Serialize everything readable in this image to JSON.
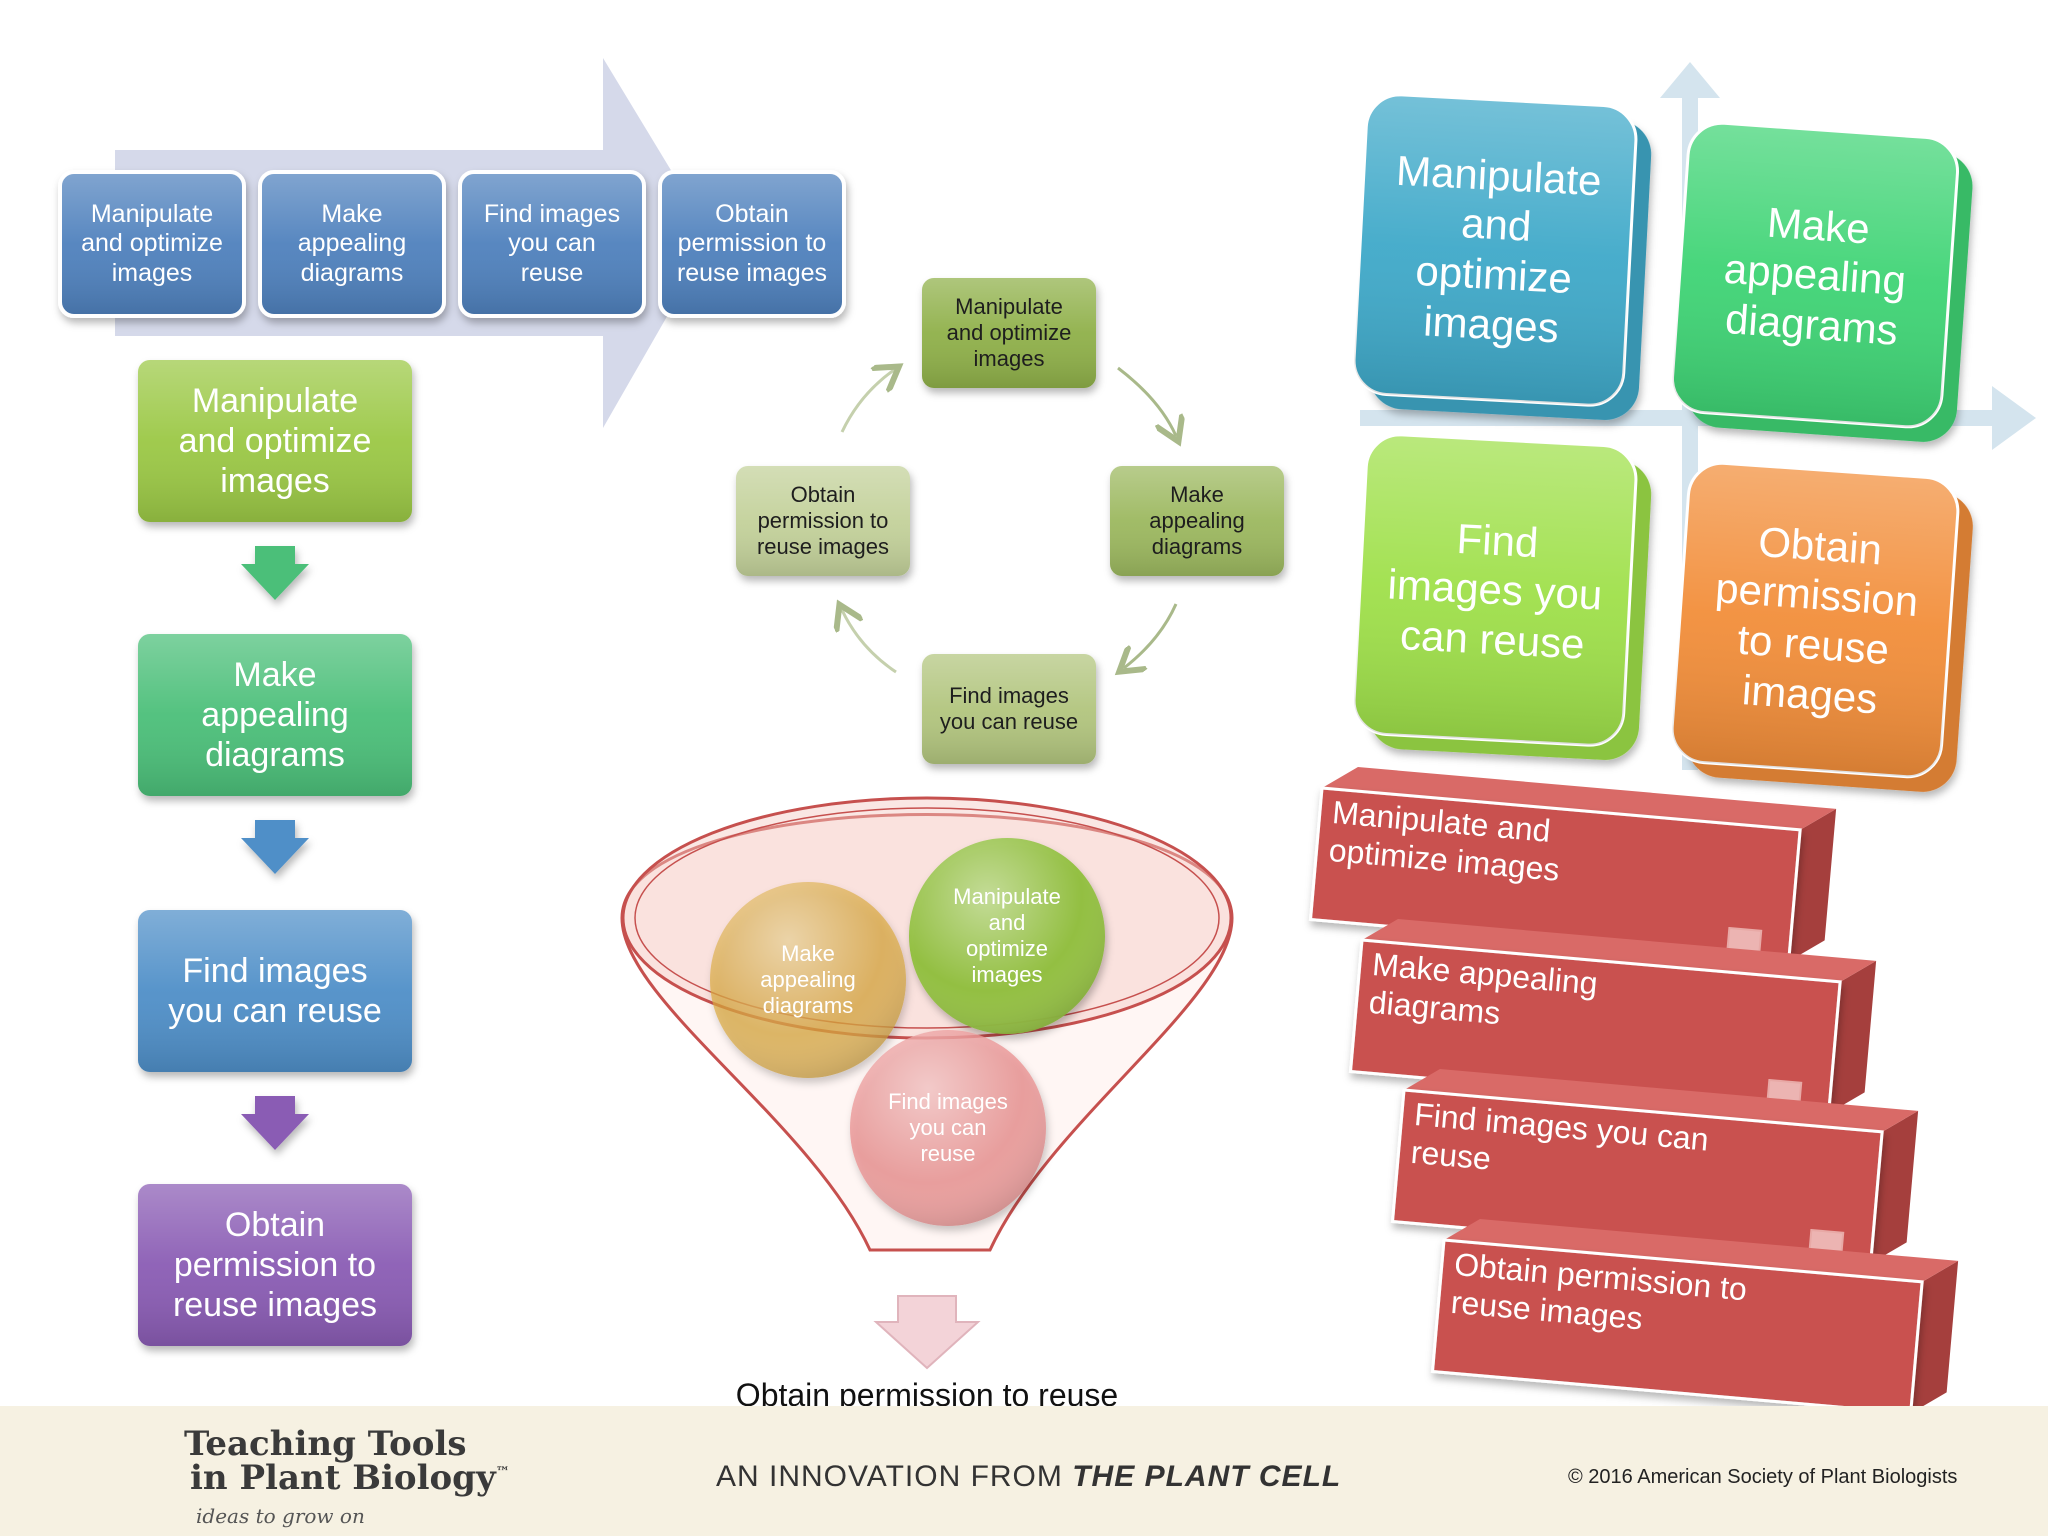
{
  "steps": [
    "Manipulate and optimize images",
    "Make appealing diagrams",
    "Find images you can reuse",
    "Obtain permission to reuse images"
  ],
  "process_arrow": {
    "labels": [
      "Manipulate\nand optimize\nimages",
      "Make\nappealing\ndiagrams",
      "Find images\nyou can\nreuse",
      "Obtain\npermission to\nreuse images"
    ],
    "box_color": "#4f81bd"
  },
  "vertical_flow": {
    "labels": [
      "Manipulate\nand optimize\nimages",
      "Make\nappealing\ndiagrams",
      "Find images\nyou can reuse",
      "Obtain\npermission to\nreuse images"
    ],
    "colors": [
      "#9bc845",
      "#4cbf79",
      "#4f8fc8",
      "#8a5bb4"
    ]
  },
  "cycle": {
    "labels": [
      "Manipulate\nand optimize\nimages",
      "Make\nappealing\ndiagrams",
      "Find images\nyou can reuse",
      "Obtain\npermission to\nreuse images"
    ],
    "colors": [
      "#8fb04a",
      "#9cb85e",
      "#b2c57e",
      "#c3d19a"
    ]
  },
  "funnel": {
    "circles": [
      "Manipulate\nand\noptimize\nimages",
      "Make\nappealing\ndiagrams",
      "Find images\nyou can\nreuse"
    ],
    "colors": [
      "#8fbf3c",
      "#d9a63a",
      "#e88c8c"
    ],
    "outcome": "Obtain permission to reuse\nimages"
  },
  "matrix": {
    "labels": [
      "Manipulate\nand\noptimize\nimages",
      "Make\nappealing\ndiagrams",
      "Find\nimages you\ncan reuse",
      "Obtain\npermission\nto reuse\nimages"
    ],
    "colors": [
      "#3fa9c9",
      "#3fd475",
      "#9fe04a",
      "#f28e3a"
    ]
  },
  "stair_steps": {
    "labels": [
      "Manipulate and\noptimize images",
      "Make appealing\ndiagrams",
      "Find images you can\nreuse",
      "Obtain permission to\nreuse images"
    ],
    "color": "#c9514f"
  },
  "footer": {
    "brand_line1": "Teaching Tools",
    "brand_line2": "in Plant Biology",
    "brand_tm": "™",
    "tagline": "ideas to grow on",
    "innovation_prefix": "AN INNOVATION FROM ",
    "innovation_journal": "THE PLANT CELL",
    "copyright": "©  2016 American Society of Plant Biologists"
  }
}
